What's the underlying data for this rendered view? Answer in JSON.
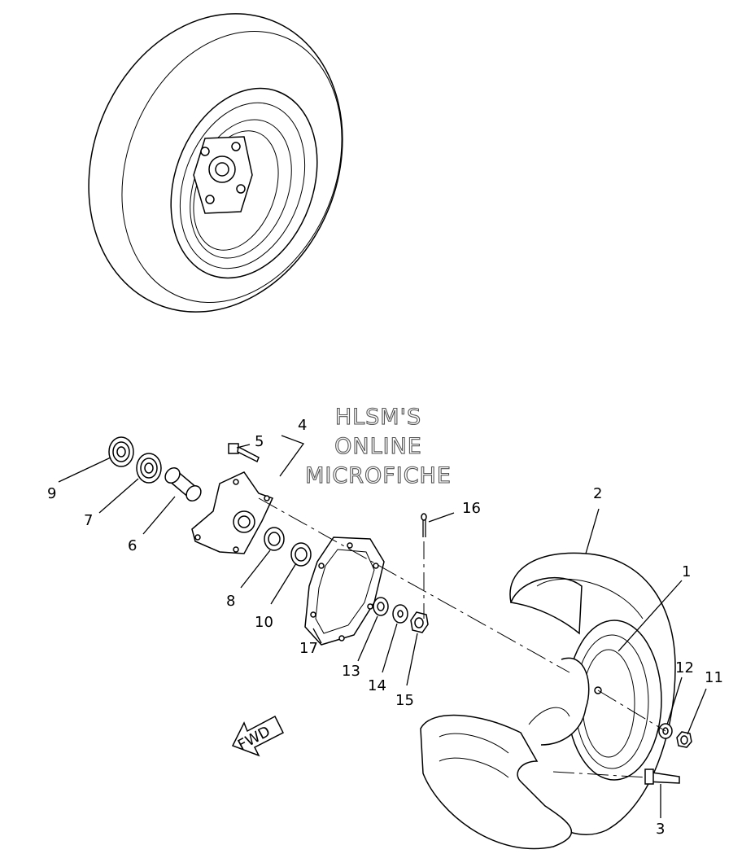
{
  "watermark": {
    "line1": "HLSM'S",
    "line2": "ONLINE",
    "line3": "MICROFICHE"
  },
  "fwd_arrow_label": "FWD",
  "callouts": [
    "1",
    "2",
    "3",
    "4",
    "5",
    "6",
    "7",
    "8",
    "9",
    "10",
    "11",
    "12",
    "13",
    "14",
    "15",
    "16",
    "17"
  ],
  "colors": {
    "ink": "#000000",
    "paper": "#ffffff",
    "watermark_outline": "#555555"
  }
}
